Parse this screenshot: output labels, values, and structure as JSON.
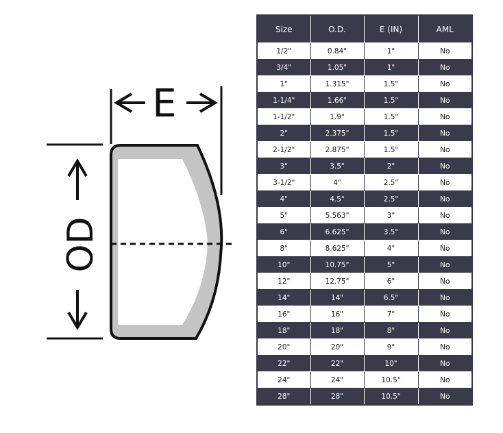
{
  "diagram": {
    "e_label": "E",
    "od_label": "OD"
  },
  "table": {
    "headers": [
      "Size",
      "O.D.",
      "E (IN)",
      "AML"
    ],
    "rows": [
      [
        "1/2\"",
        "0.84\"",
        "1\"",
        "No"
      ],
      [
        "3/4\"",
        "1.05\"",
        "1\"",
        "No"
      ],
      [
        "1\"",
        "1.315\"",
        "1.5\"",
        "No"
      ],
      [
        "1-1/4\"",
        "1.66\"",
        "1.5\"",
        "No"
      ],
      [
        "1-1/2\"",
        "1.9\"",
        "1.5\"",
        "No"
      ],
      [
        "2\"",
        "2.375\"",
        "1.5\"",
        "No"
      ],
      [
        "2-1/2\"",
        "2.875\"",
        "1.5\"",
        "No"
      ],
      [
        "3\"",
        "3.5\"",
        "2\"",
        "No"
      ],
      [
        "3-1/2\"",
        "4\"",
        "2.5\"",
        "No"
      ],
      [
        "4\"",
        "4.5\"",
        "2.5\"",
        "No"
      ],
      [
        "5\"",
        "5.563\"",
        "3\"",
        "No"
      ],
      [
        "6\"",
        "6.625\"",
        "3.5\"",
        "No"
      ],
      [
        "8\"",
        "8.625\"",
        "4\"",
        "No"
      ],
      [
        "10\"",
        "10.75\"",
        "5\"",
        "No"
      ],
      [
        "12\"",
        "12.75\"",
        "6\"",
        "No"
      ],
      [
        "14\"",
        "14\"",
        "6.5\"",
        "No"
      ],
      [
        "16\"",
        "16\"",
        "7\"",
        "No"
      ],
      [
        "18\"",
        "18\"",
        "8\"",
        "No"
      ],
      [
        "20\"",
        "20\"",
        "9\"",
        "No"
      ],
      [
        "22\"",
        "22\"",
        "10\"",
        "No"
      ],
      [
        "24\"",
        "24\"",
        "10.5\"",
        "No"
      ],
      [
        "28\"",
        "28\"",
        "10.5\"",
        "No"
      ]
    ]
  },
  "colors": {
    "header_bg": "#3a3b4a",
    "stripe_bg": "#3a3b4a",
    "cap_fill": "#c4c4c4",
    "ink": "#111111"
  }
}
